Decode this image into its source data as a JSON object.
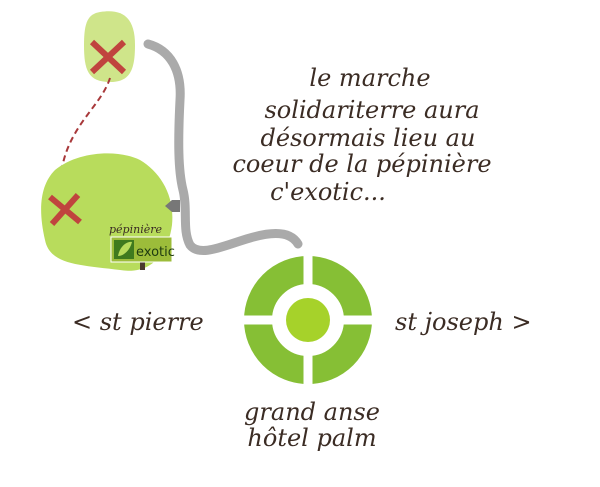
{
  "message": {
    "lines": [
      "le marche",
      "solidariterre aura",
      "désormais lieu au",
      "coeur de la pépinière",
      "c'exotic..."
    ]
  },
  "sign": {
    "label_top": "pépinière",
    "label_brand": "exotic"
  },
  "directions": {
    "west": "< st pierre",
    "east": "st joseph >",
    "south_line1": "grand anse",
    "south_line2": "hôtel palm"
  },
  "colors": {
    "old_location": "#cfe58a",
    "new_location": "#b8dc5c",
    "marker": "#c0443e",
    "road": "#aaaaaa",
    "roundabout": "#86bf35",
    "roundabout_center": "#a6d22a",
    "text": "#3b2c24"
  }
}
